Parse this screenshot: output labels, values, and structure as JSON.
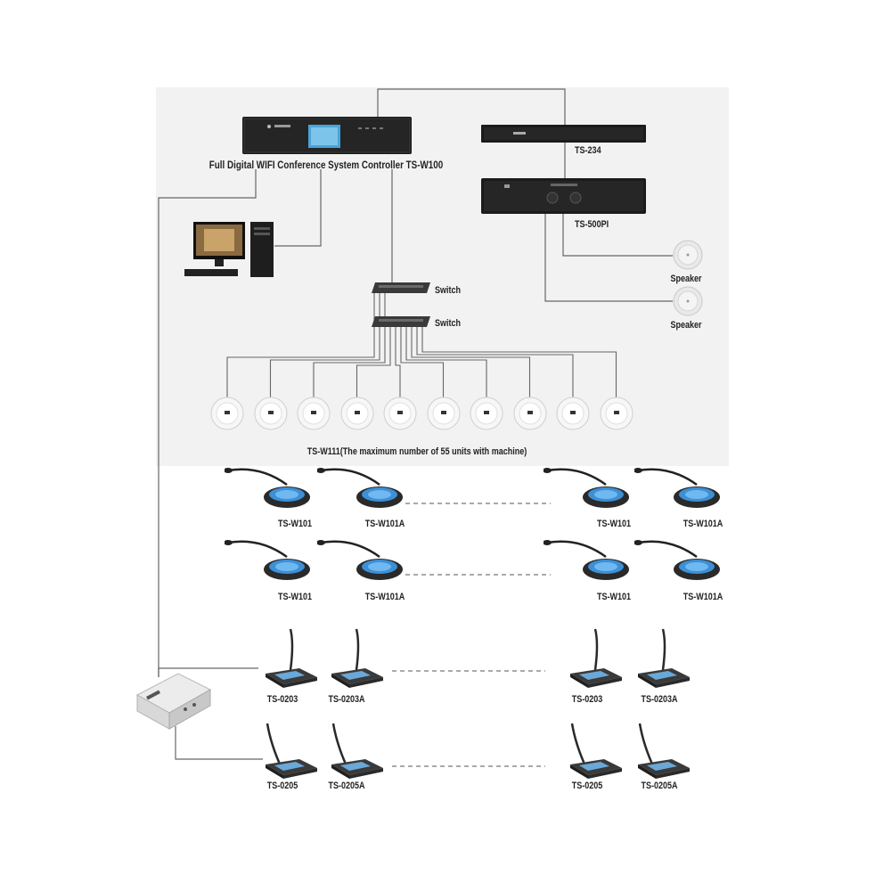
{
  "devices": {
    "controller": "Full Digital WIFI Conference System Controller TS-W100",
    "ts234": "TS-234",
    "ts500pi": "TS-500PI",
    "speaker1": "Speaker",
    "speaker2": "Speaker",
    "switch1": "Switch",
    "switch2": "Switch",
    "access_points": "TS-W111(The maximum number of 55 units with machine)",
    "ap_count": 10
  },
  "wireless_rows": [
    [
      "TS-W101",
      "TS-W101A",
      "TS-W101",
      "TS-W101A"
    ],
    [
      "TS-W101",
      "TS-W101A",
      "TS-W101",
      "TS-W101A"
    ]
  ],
  "wired_rows": [
    [
      "TS-0203",
      "TS-0203A",
      "TS-0203",
      "TS-0203A"
    ],
    [
      "TS-0205",
      "TS-0205A",
      "TS-0205",
      "TS-0205A"
    ]
  ],
  "colors": {
    "wire": "#666666",
    "rack": "#1b1b1b",
    "panel_bg": "#f2f2f2"
  }
}
